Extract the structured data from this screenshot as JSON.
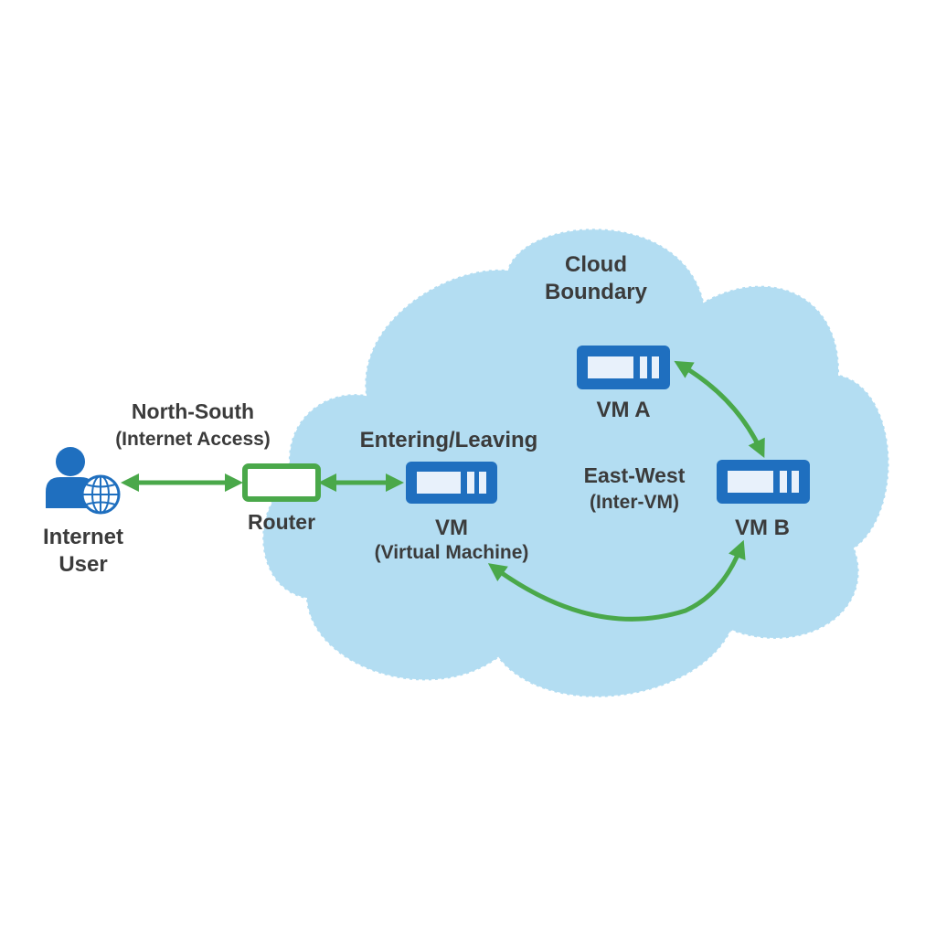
{
  "colors": {
    "cloud_fill": "#b3ddf2",
    "cloud_border": "#ffffff",
    "vm_blue": "#1f6fbf",
    "vm_light": "#e8f1fb",
    "arrow_green": "#4aa84a",
    "router_green": "#4aa84a",
    "user_blue": "#1f6fbf",
    "text": "#3b3b3b"
  },
  "cloud": {
    "label_line1": "Cloud",
    "label_line2": "Boundary"
  },
  "user": {
    "icon": "user-globe-icon",
    "label_line1": "Internet",
    "label_line2": "User"
  },
  "north_south": {
    "label_line1": "North-South",
    "label_line2": "(Internet Access)"
  },
  "router": {
    "icon": "router-icon",
    "label": "Router"
  },
  "entering": {
    "label": "Entering/Leaving"
  },
  "vm_main": {
    "icon": "server-icon",
    "label_line1": "VM",
    "label_line2": "(Virtual Machine)"
  },
  "vm_a": {
    "icon": "server-icon",
    "label": "VM A"
  },
  "vm_b": {
    "icon": "server-icon",
    "label": "VM B"
  },
  "east_west": {
    "label_line1": "East-West",
    "label_line2": "(Inter-VM)"
  }
}
